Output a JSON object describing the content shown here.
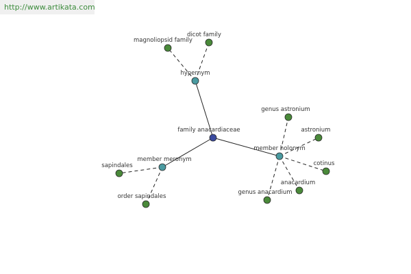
{
  "site": {
    "url_text": "http://www.artikata.com"
  },
  "colors": {
    "center_node": "#3a4aa0",
    "relation_node": "#4a9aa0",
    "leaf_node": "#4a8a3a",
    "node_stroke": "#2a2a2a",
    "solid_edge": "#222222",
    "dashed_edge": "#222222"
  },
  "graph": {
    "nodes": [
      {
        "id": "family-anacardiaceae",
        "label": "family anacardiaceae",
        "kind": "center"
      },
      {
        "id": "hypernym",
        "label": "hypernym",
        "kind": "relation"
      },
      {
        "id": "member-meronym",
        "label": "member meronym",
        "kind": "relation"
      },
      {
        "id": "member-holonym",
        "label": "member holonym",
        "kind": "relation"
      },
      {
        "id": "magnoliopsid-family",
        "label": "magnoliopsid family",
        "kind": "leaf"
      },
      {
        "id": "dicot-family",
        "label": "dicot family",
        "kind": "leaf"
      },
      {
        "id": "sapindales",
        "label": "sapindales",
        "kind": "leaf"
      },
      {
        "id": "order-sapindales",
        "label": "order sapindales",
        "kind": "leaf"
      },
      {
        "id": "genus-astronium",
        "label": "genus astronium",
        "kind": "leaf"
      },
      {
        "id": "astronium",
        "label": "astronium",
        "kind": "leaf"
      },
      {
        "id": "cotinus",
        "label": "cotinus",
        "kind": "leaf"
      },
      {
        "id": "anacardium",
        "label": "anacardium",
        "kind": "leaf"
      },
      {
        "id": "genus-anacardium",
        "label": "genus anacardium",
        "kind": "leaf"
      }
    ],
    "edges": [
      {
        "from": "family-anacardiaceae",
        "to": "hypernym",
        "style": "solid"
      },
      {
        "from": "family-anacardiaceae",
        "to": "member-meronym",
        "style": "solid"
      },
      {
        "from": "family-anacardiaceae",
        "to": "member-holonym",
        "style": "solid"
      },
      {
        "from": "hypernym",
        "to": "magnoliopsid-family",
        "style": "dashed"
      },
      {
        "from": "hypernym",
        "to": "dicot-family",
        "style": "dashed"
      },
      {
        "from": "member-meronym",
        "to": "sapindales",
        "style": "dashed"
      },
      {
        "from": "member-meronym",
        "to": "order-sapindales",
        "style": "dashed"
      },
      {
        "from": "member-holonym",
        "to": "genus-astronium",
        "style": "dashed"
      },
      {
        "from": "member-holonym",
        "to": "astronium",
        "style": "dashed"
      },
      {
        "from": "member-holonym",
        "to": "cotinus",
        "style": "dashed"
      },
      {
        "from": "member-holonym",
        "to": "anacardium",
        "style": "dashed"
      },
      {
        "from": "member-holonym",
        "to": "genus-anacardium",
        "style": "dashed"
      }
    ]
  }
}
